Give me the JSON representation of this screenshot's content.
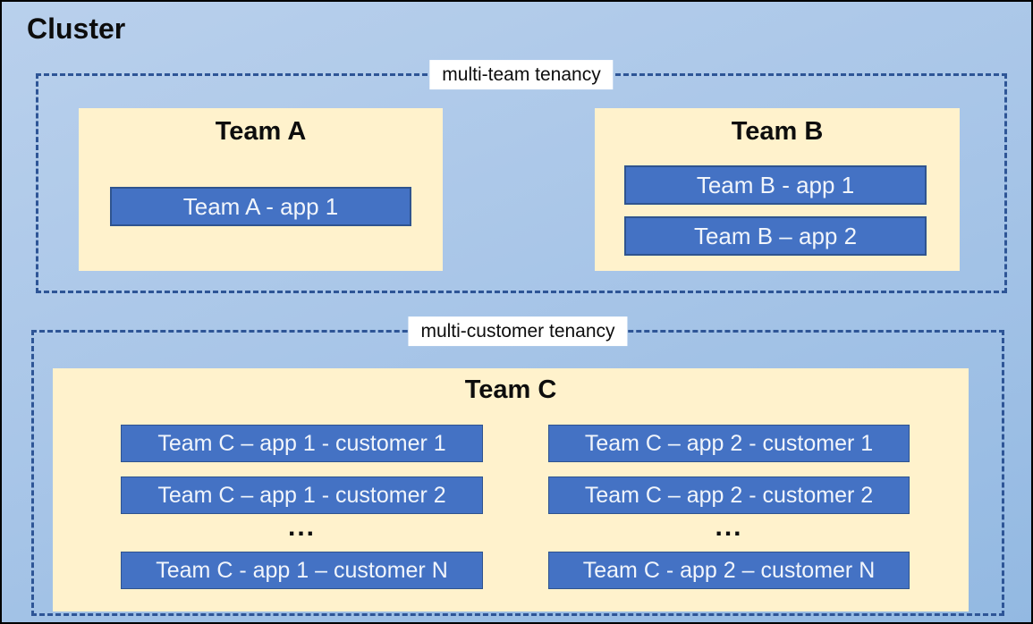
{
  "cluster": {
    "title": "Cluster"
  },
  "sections": [
    {
      "label": "multi-team tenancy",
      "teams": [
        {
          "name": "Team A",
          "apps": [
            "Team A - app 1"
          ]
        },
        {
          "name": "Team B",
          "apps": [
            "Team B - app 1",
            "Team B – app 2"
          ]
        }
      ]
    },
    {
      "label": "multi-customer tenancy",
      "teams": [
        {
          "name": "Team C",
          "columns": [
            {
              "apps": [
                "Team C – app 1 - customer 1",
                "Team C – app 1 - customer 2",
                "Team C - app 1 – customer N"
              ],
              "ellipsis": "..."
            },
            {
              "apps": [
                "Team C – app 2 - customer 1",
                "Team C – app 2 - customer 2",
                "Team C - app 2 – customer N"
              ],
              "ellipsis": "..."
            }
          ]
        }
      ]
    }
  ],
  "colors": {
    "background_top": "#b9d0ec",
    "background_bottom": "#93b9e2",
    "dashed_border": "#2e5596",
    "team_fill": "#fff2cc",
    "app_fill": "#4472c4",
    "app_border": "#2f548f",
    "app_text": "#f1f5fb",
    "outer_border": "#000000",
    "label_background": "#ffffff",
    "text": "#0d0d0d"
  }
}
